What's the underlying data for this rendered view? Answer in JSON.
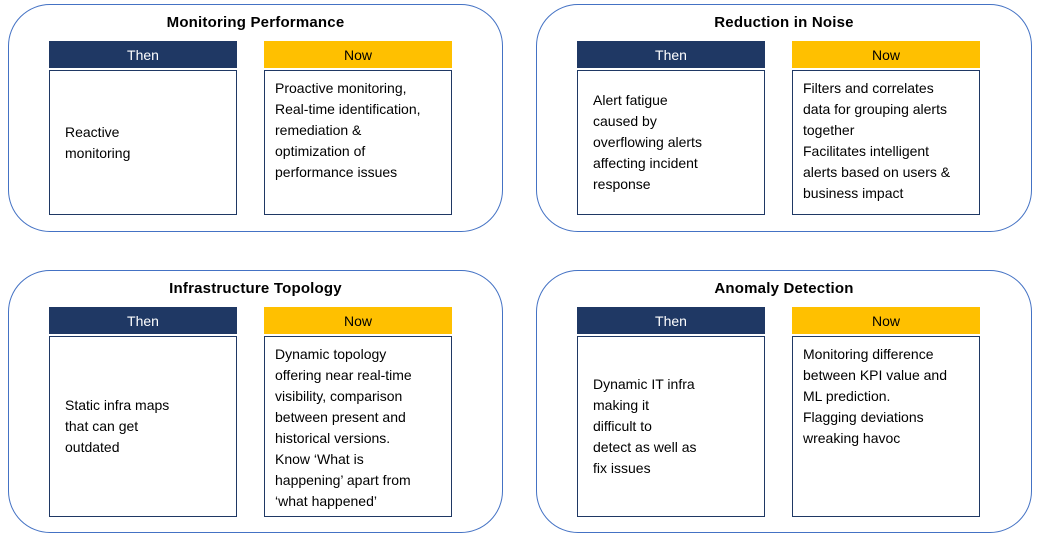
{
  "colors": {
    "panel_border": "#4472C4",
    "then_header_bg": "#1F3864",
    "then_header_text": "#FFFFFF",
    "now_header_bg": "#FFC000",
    "now_header_text": "#000000",
    "content_box_border": "#1F3864",
    "body_text": "#000000",
    "background": "#FFFFFF"
  },
  "panels": [
    {
      "id": "monitoring-performance",
      "title": "Monitoring Performance",
      "then_label": "Then",
      "now_label": "Now",
      "then_text": "Reactive\nmonitoring",
      "now_text": "Proactive  monitoring,\nReal-time identification,\nremediation &\noptimization of\nperformance issues"
    },
    {
      "id": "reduction-in-noise",
      "title": "Reduction in Noise",
      "then_label": "Then",
      "now_label": "Now",
      "then_text": "Alert fatigue\ncaused by\noverflowing alerts\naffecting incident\nresponse",
      "now_text": "Filters and correlates\ndata for grouping alerts\ntogether\nFacilitates intelligent\nalerts based on users &\nbusiness impact"
    },
    {
      "id": "infrastructure-topology",
      "title": "Infrastructure Topology",
      "then_label": "Then",
      "now_label": "Now",
      "then_text": "Static infra maps\nthat can get\noutdated",
      "now_text": "Dynamic topology\noffering near real-time\nvisibility, comparison\nbetween present and\nhistorical versions.\nKnow ‘What is\nhappening’ apart from\n‘what happened’"
    },
    {
      "id": "anomaly-detection",
      "title": "Anomaly Detection",
      "then_label": "Then",
      "now_label": "Now",
      "then_text": "Dynamic IT infra\nmaking it\ndifficult to\ndetect as well as\nfix issues",
      "now_text": "Monitoring difference\nbetween KPI value and\nML prediction.\nFlagging deviations\nwreaking havoc"
    }
  ]
}
